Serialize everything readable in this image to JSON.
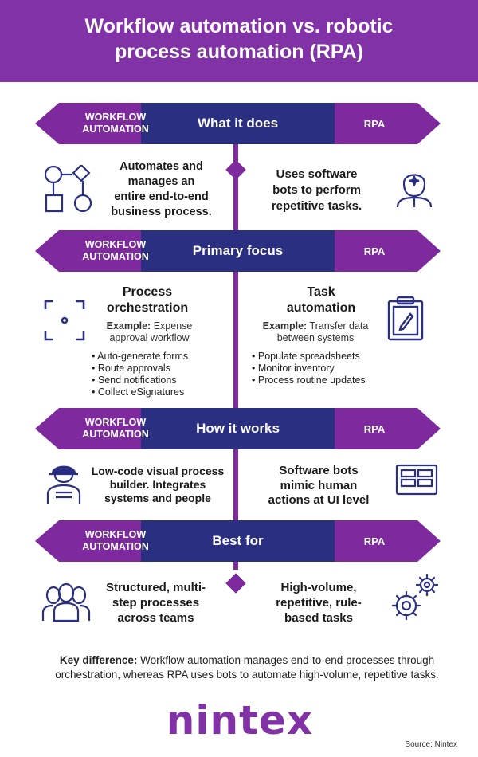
{
  "header": {
    "title_line1": "Workflow automation vs. robotic",
    "title_line2": "process automation (RPA)"
  },
  "colors": {
    "purple": "#8232a7",
    "navy": "#2b2f82",
    "banner_purple": "#7e2a9e"
  },
  "sections": [
    {
      "left": "WORKFLOW AUTOMATION",
      "title": "What it does",
      "right": "RPA"
    },
    {
      "left": "WORKFLOW AUTOMATION",
      "title": "Primary focus",
      "right": "RPA"
    },
    {
      "left": "WORKFLOW AUTOMATION",
      "title": "How it works",
      "right": "RPA"
    },
    {
      "left": "WORKFLOW AUTOMATION",
      "title": "Best for",
      "right": "RPA"
    }
  ],
  "what_it_does": {
    "workflow": [
      "Automates and",
      "manages an",
      "entire end-to-end",
      "business process."
    ],
    "rpa": [
      "Uses software",
      "bots to perform",
      "repetitive tasks."
    ]
  },
  "primary_focus": {
    "workflow": {
      "title": [
        "Process",
        "orchestration"
      ],
      "example_label": "Example:",
      "example": [
        "Expense",
        "approval workflow"
      ],
      "bullets": [
        "Auto-generate forms",
        "Route approvals",
        "Send notifications",
        "Collect eSignatures"
      ]
    },
    "rpa": {
      "title": [
        "Task",
        "automation"
      ],
      "example_label": "Example:",
      "example": [
        "Transfer data",
        "between systems"
      ],
      "bullets": [
        "Populate spreadsheets",
        "Monitor inventory",
        "Process routine updates"
      ]
    }
  },
  "how_it_works": {
    "workflow": [
      "Low-code visual process",
      "builder. Integrates",
      "systems and people"
    ],
    "rpa": [
      "Software bots",
      "mimic human",
      "actions at UI level"
    ]
  },
  "best_for": {
    "workflow": [
      "Structured, multi-",
      "step processes",
      "across teams"
    ],
    "rpa": [
      "High-volume,",
      "repetitive, rule-",
      "based tasks"
    ]
  },
  "key_difference": {
    "label": "Key difference:",
    "text": "Workflow automation manages end-to-end processes through orchestration, whereas RPA uses bots to automate high-volume, repetitive tasks."
  },
  "logo": "nintex",
  "source": "Source: Nintex",
  "icons": [
    "flowchart-icon",
    "robot-icon",
    "focus-frame-icon",
    "clipboard-icon",
    "worker-icon",
    "ui-window-icon",
    "team-icon",
    "gears-icon"
  ]
}
